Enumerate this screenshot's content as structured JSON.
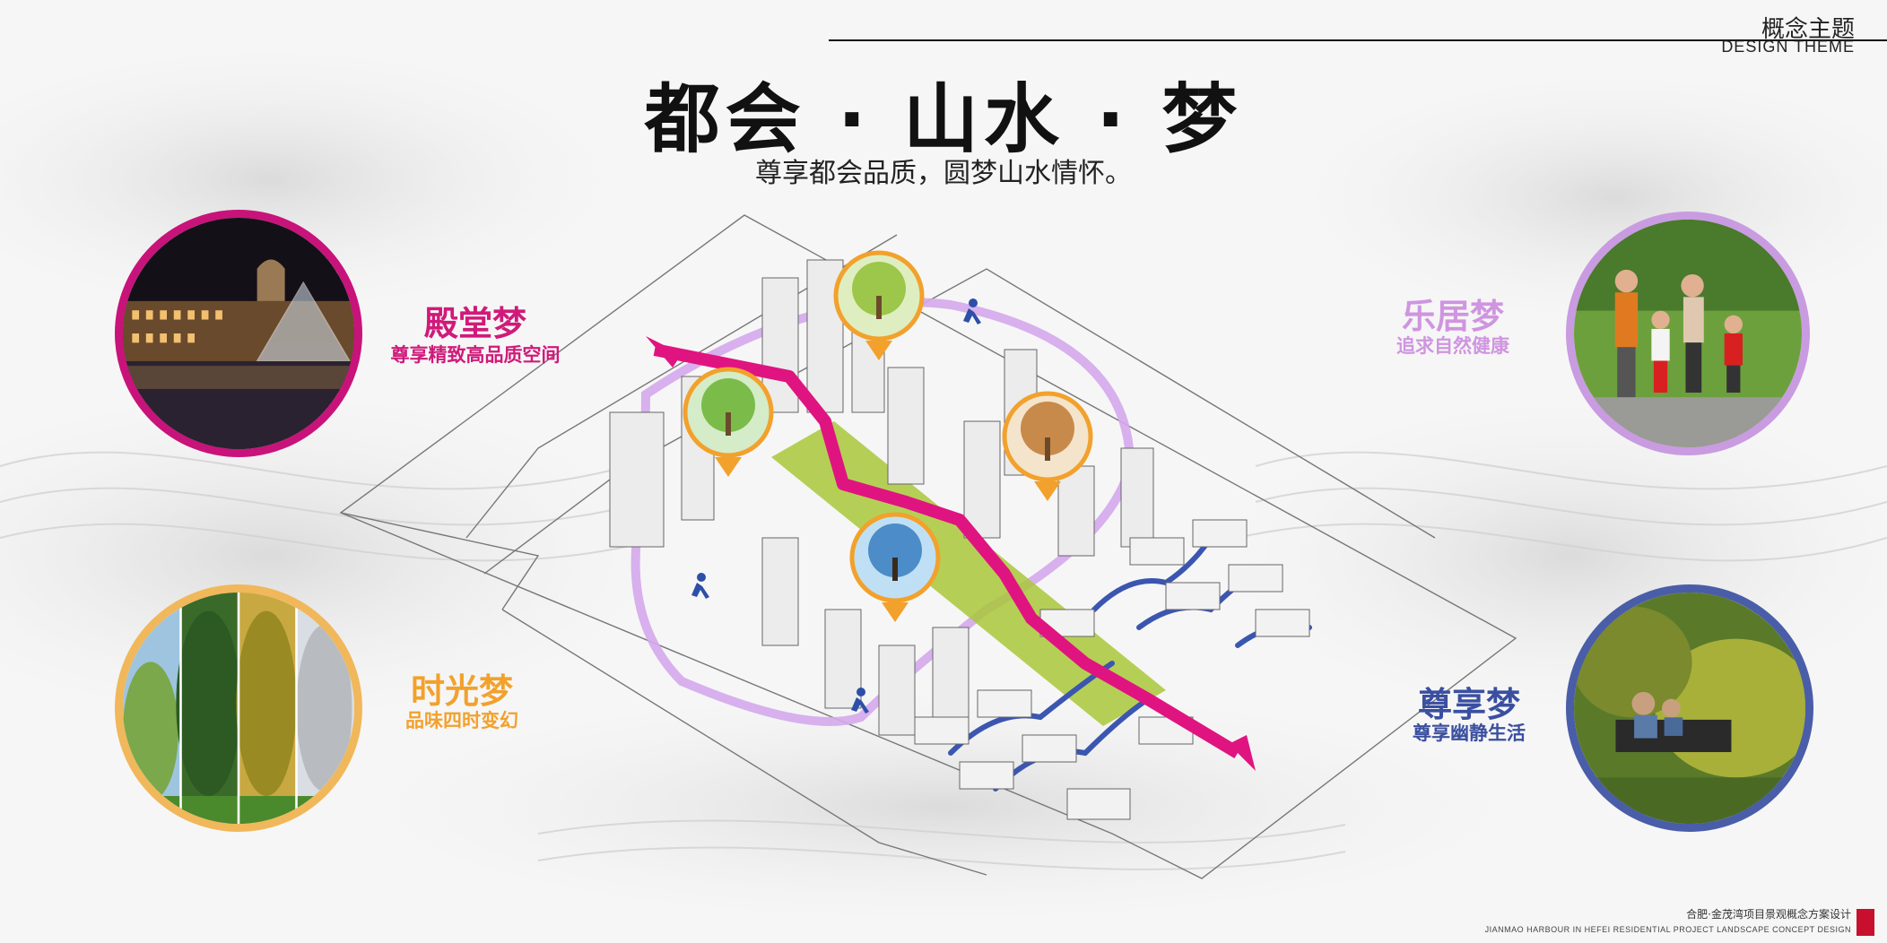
{
  "header": {
    "section_title": "概念主题",
    "section_title_en": "DESIGN THEME"
  },
  "main_title": "都会 · 山水 · 梦",
  "subtitle": "尊享都会品质，圆梦山水情怀。",
  "dreams": [
    {
      "title": "殿堂梦",
      "subtitle": "尊享精致高品质空间",
      "color": "#d01a7a",
      "ring_color": "#c8137a",
      "icon": "louvre-night-photo"
    },
    {
      "title": "乐居梦",
      "subtitle": "追求自然健康",
      "color": "#cf95e0",
      "ring_color": "#c99be0",
      "icon": "family-jogging-photo"
    },
    {
      "title": "时光梦",
      "subtitle": "品味四时变幻",
      "color": "#f2a12c",
      "ring_color": "#f0b85a",
      "icon": "four-seasons-trees-photo"
    },
    {
      "title": "尊享梦",
      "subtitle": "尊享幽静生活",
      "color": "#3a4fa0",
      "ring_color": "#4a5da8",
      "icon": "garden-leisure-photo"
    }
  ],
  "plan": {
    "route_color": "#e01480",
    "loop_color": "#d4a8ec",
    "green_axis_color": "#a9c83a",
    "water_color": "#3b56b0",
    "icons": [
      "spring-tree-icon",
      "summer-tree-icon",
      "autumn-tree-icon",
      "winter-tree-icon",
      "runner-icon"
    ]
  },
  "footer": {
    "project_cn": "合肥·金茂湾项目景观概念方案设计",
    "project_en": "JIANMAO HARBOUR IN HEFEI RESIDENTIAL PROJECT LANDSCAPE CONCEPT DESIGN"
  }
}
